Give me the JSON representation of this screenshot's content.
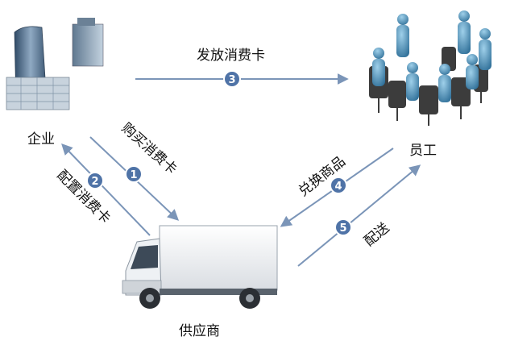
{
  "nodes": {
    "enterprise": "企业",
    "employee": "员工",
    "supplier": "供应商"
  },
  "flows": [
    {
      "step": "1",
      "label": "购买消费卡"
    },
    {
      "step": "2",
      "label": "配置消费卡"
    },
    {
      "step": "3",
      "label": "发放消费卡"
    },
    {
      "step": "4",
      "label": "兑换商品"
    },
    {
      "step": "5",
      "label": "配送"
    }
  ],
  "colors": {
    "arrow": "#7b95b8",
    "badge": "#4f73a7",
    "badge_ring": "#ffffff"
  }
}
